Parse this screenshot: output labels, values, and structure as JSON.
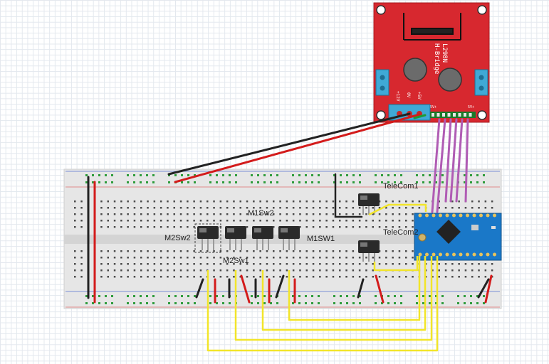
{
  "labels": {
    "telecom1": "TeleCom1",
    "telecom2": "TeleCom2",
    "m1sw2": "M1Sw2",
    "m1sw1": "M1SW1",
    "m2sw2": "M2Sw2",
    "m2sw1": "M2Sw1"
  },
  "module": {
    "name_line1": "L298N",
    "name_line2": "H-Bridge",
    "pin_12v": "+12V",
    "pin_0v": "0V",
    "pin_5v": "+5V",
    "pin_5vp": "5V+",
    "pin_5vp2": "5V+"
  },
  "colors": {
    "module_red": "#d7282f",
    "terminal_blue": "#3fa9d6",
    "wire_red": "#d31b1b",
    "wire_black": "#222222",
    "wire_yellow": "#f2e52a",
    "wire_purple": "#b05cb4",
    "arduino_blue": "#1a78c8",
    "breadboard": "#e6e6e6"
  }
}
